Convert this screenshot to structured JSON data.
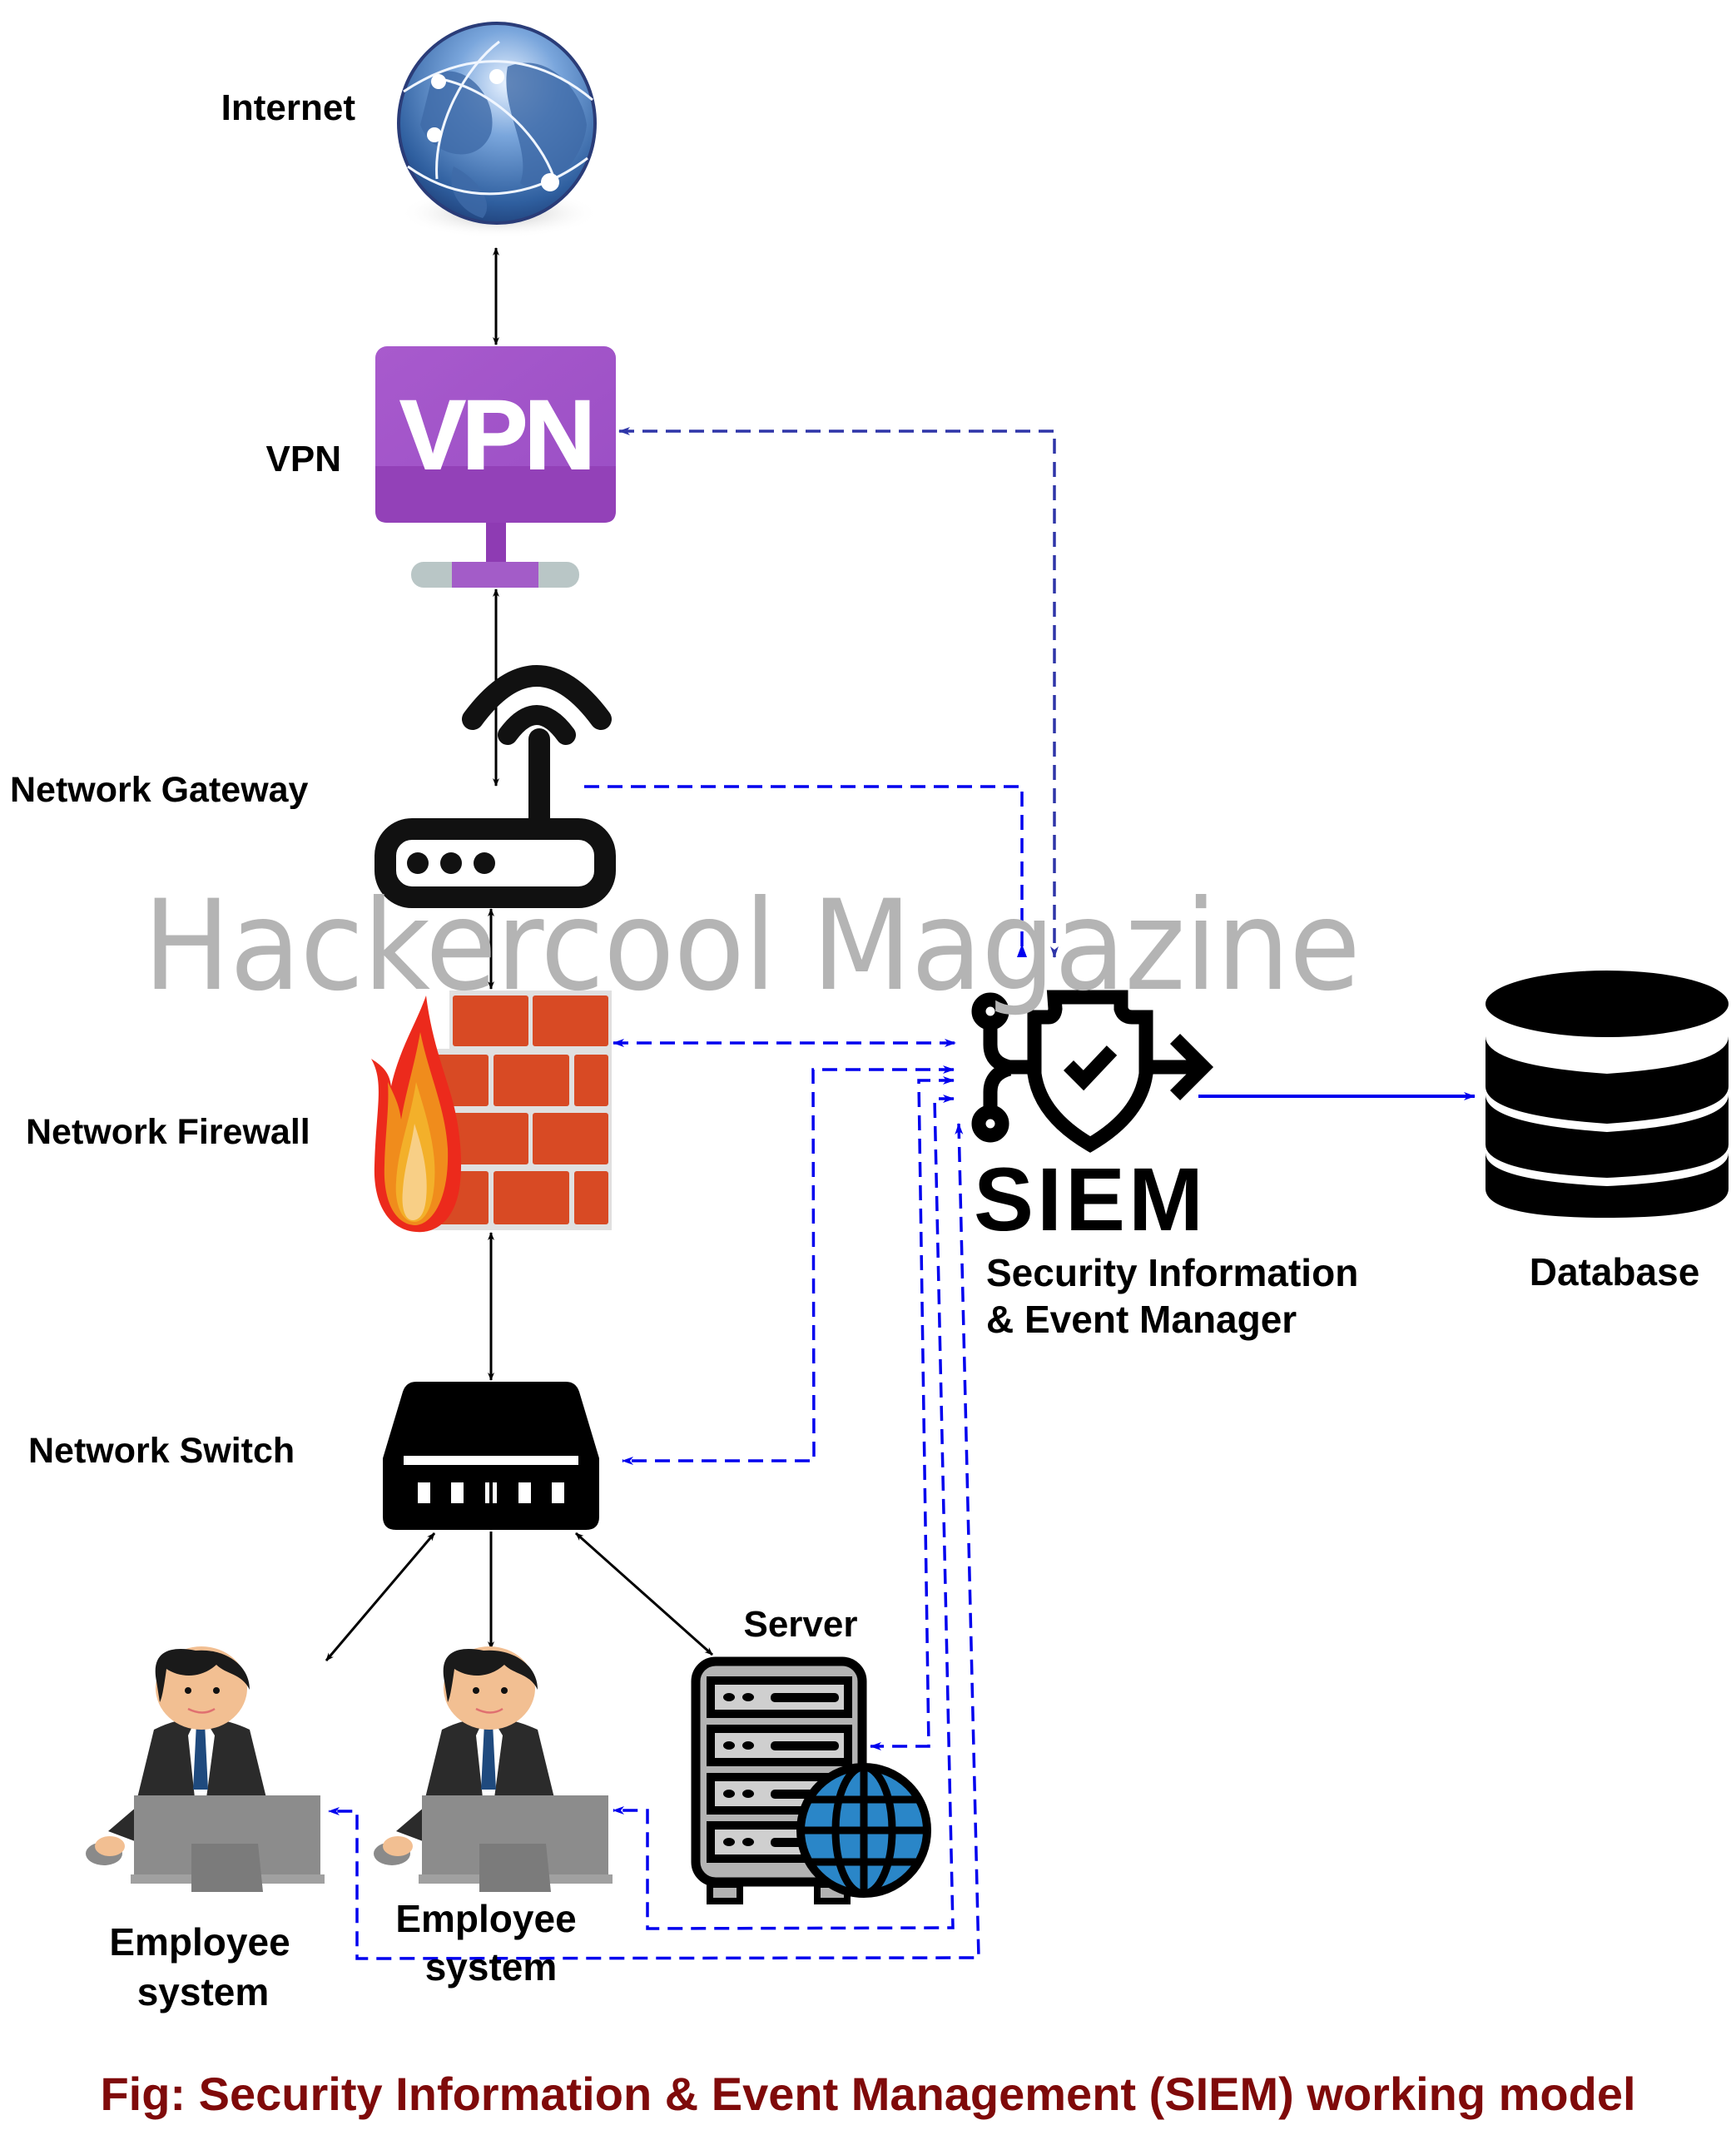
{
  "diagram": {
    "title": "Fig: Security Information & Event Management (SIEM) working model",
    "watermark": "Hackercool Magazine",
    "colors": {
      "title": "#7f0a0a",
      "monitor_link": "#0000ee",
      "vpn_link": "#2e35a8",
      "solid_link": "#000000",
      "watermark": "#b4b4b4",
      "vpn_purple": "#a057c9",
      "firewall_brick": "#d84a24",
      "server_globe": "#2a86c8"
    },
    "nodes": {
      "internet": {
        "label": "Internet",
        "icon": "globe-icon"
      },
      "vpn": {
        "label": "VPN",
        "icon_text": "VPN",
        "icon": "vpn-monitor-icon"
      },
      "gateway": {
        "label": "Network Gateway",
        "icon": "router-icon"
      },
      "firewall": {
        "label": "Network Firewall",
        "icon": "firewall-icon"
      },
      "switch": {
        "label": "Network Switch",
        "icon": "switch-icon"
      },
      "employee1": {
        "label_line1": "Employee",
        "label_line2": "system",
        "icon": "employee-computer-icon"
      },
      "employee2": {
        "label_line1": "Employee",
        "label_line2": "system",
        "icon": "employee-computer-icon"
      },
      "server": {
        "label": "Server",
        "icon": "server-globe-icon"
      },
      "siem": {
        "icon_text": "SIEM",
        "label_line1": "Security Information",
        "label_line2": "& Event Manager",
        "icon": "shield-check-icon"
      },
      "database": {
        "label": "Database",
        "icon": "database-icon"
      }
    },
    "edges": [
      {
        "from": "internet",
        "to": "vpn",
        "style": "solid",
        "direction": "both"
      },
      {
        "from": "vpn",
        "to": "gateway",
        "style": "solid",
        "direction": "both"
      },
      {
        "from": "gateway",
        "to": "firewall",
        "style": "solid",
        "direction": "both"
      },
      {
        "from": "firewall",
        "to": "switch",
        "style": "solid",
        "direction": "both"
      },
      {
        "from": "switch",
        "to": "employee1",
        "style": "solid",
        "direction": "both"
      },
      {
        "from": "switch",
        "to": "employee2",
        "style": "solid",
        "direction": "both"
      },
      {
        "from": "switch",
        "to": "server",
        "style": "solid",
        "direction": "both"
      },
      {
        "from": "siem",
        "to": "vpn",
        "style": "dashed",
        "direction": "both"
      },
      {
        "from": "gateway",
        "to": "siem",
        "style": "dashed",
        "direction": "forward"
      },
      {
        "from": "firewall",
        "to": "siem",
        "style": "dashed",
        "direction": "both"
      },
      {
        "from": "siem",
        "to": "switch",
        "style": "dashed",
        "direction": "both"
      },
      {
        "from": "siem",
        "to": "server",
        "style": "dashed",
        "direction": "both"
      },
      {
        "from": "siem",
        "to": "employee2",
        "style": "dashed",
        "direction": "both"
      },
      {
        "from": "siem",
        "to": "employee1",
        "style": "dashed",
        "direction": "both"
      },
      {
        "from": "siem",
        "to": "database",
        "style": "solid-blue",
        "direction": "forward"
      }
    ]
  }
}
